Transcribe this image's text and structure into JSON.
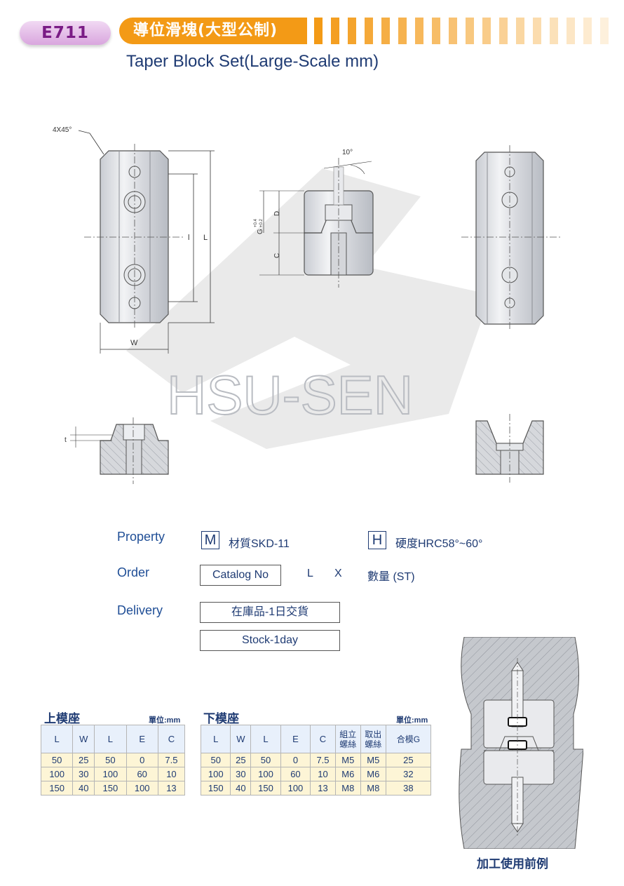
{
  "header": {
    "code": "E711",
    "title_cn": "導位滑塊(大型公制)",
    "title_en": "Taper Block Set(Large-Scale mm)"
  },
  "drawing": {
    "chamfer": "4X45°",
    "angle": "10°",
    "dim_D": "D",
    "dim_C": "C",
    "dim_G": "G",
    "tol_upper": "+0.4",
    "tol_lower": "+0.2",
    "dim_l": "l",
    "dim_L": "L",
    "dim_W": "W",
    "dim_t": "t",
    "watermark": "HSU-SEN"
  },
  "spec": {
    "property_label": "Property",
    "material_mark": "M",
    "material": "材質SKD-11",
    "hardness_mark": "H",
    "hardness": "硬度HRC58°~60°",
    "order_label": "Order",
    "catalog_no": "Catalog No",
    "order_L": "L",
    "order_X": "X",
    "quantity": "數量 (ST)",
    "delivery_label": "Delivery",
    "delivery_cn": "在庫品-1日交貨",
    "delivery_en": "Stock-1day"
  },
  "upper_table": {
    "title": "上模座",
    "unit": "單位:mm",
    "headers": [
      "L",
      "W",
      "L",
      "E",
      "C"
    ],
    "rows": [
      [
        "50",
        "25",
        "50",
        "0",
        "7.5"
      ],
      [
        "100",
        "30",
        "100",
        "60",
        "10"
      ],
      [
        "150",
        "40",
        "150",
        "100",
        "13"
      ]
    ]
  },
  "lower_table": {
    "title": "下模座",
    "unit": "單位:mm",
    "headers": [
      "L",
      "W",
      "L",
      "E",
      "C",
      "組立螺絲",
      "取出螺絲",
      "合模G"
    ],
    "rows": [
      [
        "50",
        "25",
        "50",
        "0",
        "7.5",
        "M5",
        "M5",
        "25"
      ],
      [
        "100",
        "30",
        "100",
        "60",
        "10",
        "M6",
        "M6",
        "32"
      ],
      [
        "150",
        "40",
        "150",
        "100",
        "13",
        "M8",
        "M8",
        "38"
      ]
    ]
  },
  "usage": {
    "caption": "加工使用前例"
  }
}
